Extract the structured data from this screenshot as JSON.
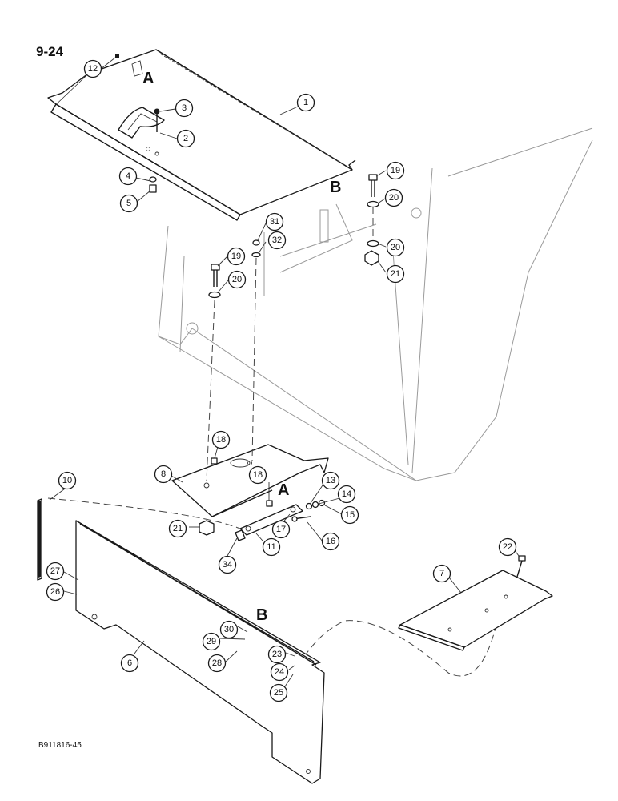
{
  "page_number": "9-24",
  "figure_ref": "B911816-45",
  "connection_letters": [
    "A",
    "B"
  ],
  "callouts": [
    "1",
    "2",
    "3",
    "4",
    "5",
    "6",
    "7",
    "8",
    "10",
    "11",
    "12",
    "13",
    "14",
    "15",
    "16",
    "17",
    "18",
    "18",
    "19",
    "19",
    "20",
    "20",
    "20",
    "21",
    "21",
    "22",
    "23",
    "24",
    "25",
    "26",
    "27",
    "28",
    "29",
    "30",
    "31",
    "32",
    "34"
  ]
}
